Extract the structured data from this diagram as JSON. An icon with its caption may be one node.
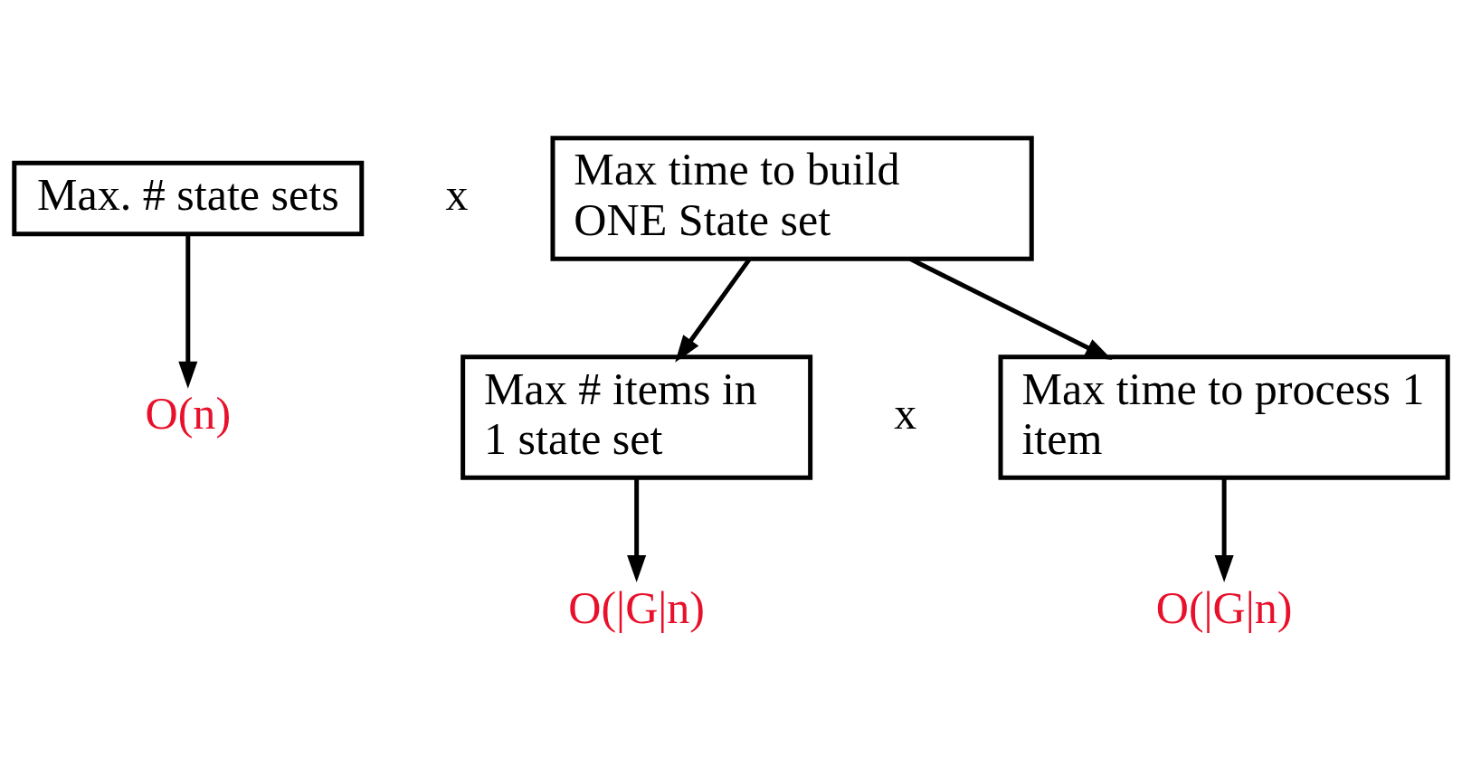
{
  "diagram": {
    "nodes": [
      {
        "text": [
          "Max. # state sets"
        ]
      },
      {
        "text": [
          "Max time to build ONE State set"
        ]
      },
      {
        "text": [
          "Max # items in 1 state set"
        ]
      },
      {
        "text": [
          "Max time to process 1 item"
        ]
      },
      {
        "text": [
          "O(n)"
        ]
      },
      {
        "text": [
          "O(|G|n)"
        ]
      },
      {
        "text": [
          "O(|G|n)"
        ]
      }
    ],
    "edges": [
      {
        "from": 0,
        "to": 4,
        "arrow": "to"
      },
      {
        "from": 1,
        "to": 2,
        "arrow": "to"
      },
      {
        "from": 1,
        "to": 3,
        "arrow": "to"
      },
      {
        "from": 2,
        "to": 5,
        "arrow": "to"
      },
      {
        "from": 3,
        "to": 6,
        "arrow": "to"
      }
    ],
    "labels": [
      "x",
      "x"
    ]
  }
}
